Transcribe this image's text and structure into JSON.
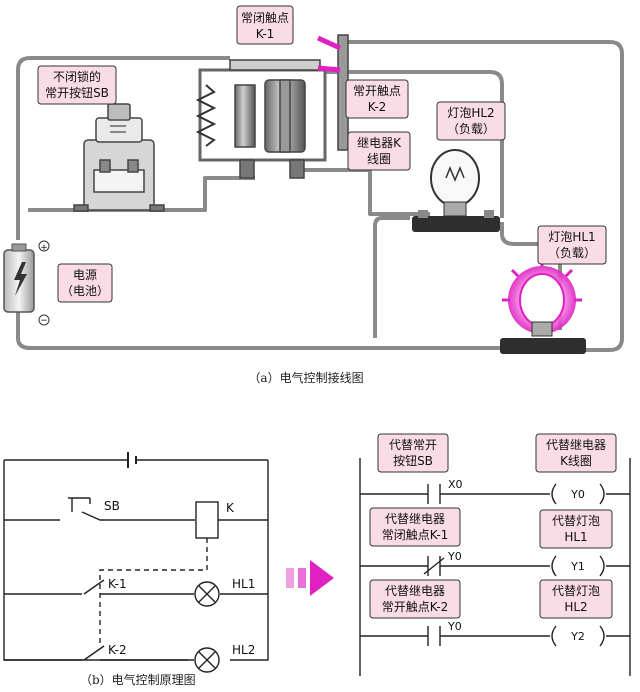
{
  "wiring_labels": {
    "nc_contact": [
      "常闭触点",
      "K-1"
    ],
    "no_contact": [
      "常开触点",
      "K-2"
    ],
    "button": [
      "不闭锁的",
      "常开按钮SB"
    ],
    "coil": [
      "继电器K",
      "线圈"
    ],
    "lamp2": [
      "灯泡HL2",
      "（负载）"
    ],
    "lamp1": [
      "灯泡HL1",
      "（负载）"
    ],
    "battery": [
      "电源",
      "（电池）"
    ],
    "plus": "+",
    "minus": "−",
    "caption": "（a）电气控制接线图"
  },
  "schematic": {
    "sb": "SB",
    "k": "K",
    "k1": "K-1",
    "k2": "K-2",
    "hl1": "HL1",
    "hl2": "HL2",
    "caption": "（b）电气控制原理图"
  },
  "ladder": {
    "c1": [
      "代替常开",
      "按钮SB"
    ],
    "c2": [
      "代替继电器",
      "常闭触点K-1"
    ],
    "c3": [
      "代替继电器",
      "常开触点K-2"
    ],
    "o1": [
      "代替继电器",
      "K线圈"
    ],
    "o2": [
      "代替灯泡",
      "HL1"
    ],
    "o3": [
      "代替灯泡",
      "HL2"
    ],
    "x0": "X0",
    "y0a": "Y0",
    "y0b": "Y0",
    "out1": "Y0",
    "out2": "Y1",
    "out3": "Y2"
  },
  "colors": {
    "callout_bg": "#f9dce6",
    "callout_border": "#333333",
    "wire": "#888888",
    "accent": "#e020c0"
  }
}
